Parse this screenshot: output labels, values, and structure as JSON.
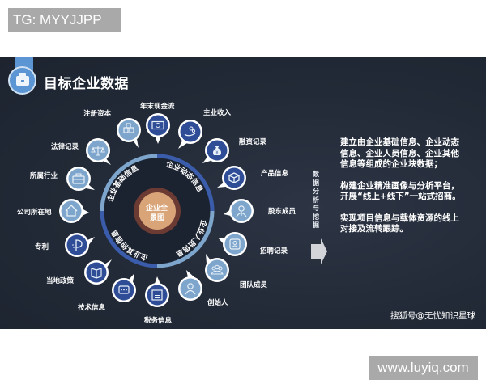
{
  "watermarks": {
    "top": "TG: MYYJJPP",
    "bottom": "www.luyiq.com"
  },
  "header": {
    "title": "目标企业数据",
    "icon": "briefcase-icon"
  },
  "center": {
    "core_label_line1": "企业全",
    "core_label_line2": "景图",
    "ring_segments": [
      "企业基础信息",
      "企业动态信息",
      "企业人员信息",
      "企业其他信息"
    ]
  },
  "nodes": [
    {
      "label": "注册资本",
      "icon": "coins-stack-icon",
      "style": "light"
    },
    {
      "label": "年末现金流",
      "icon": "banknote-icon",
      "style": "dark"
    },
    {
      "label": "主业收入",
      "icon": "hand-coins-icon",
      "style": "dark"
    },
    {
      "label": "融资记录",
      "icon": "money-bag-icon",
      "style": "dark"
    },
    {
      "label": "产品信息",
      "icon": "open-box-icon",
      "style": "dark"
    },
    {
      "label": "股东成员",
      "icon": "person-tie-icon",
      "style": "light"
    },
    {
      "label": "招聘记录",
      "icon": "id-badge-icon",
      "style": "light"
    },
    {
      "label": "团队成员",
      "icon": "group-icon",
      "style": "light"
    },
    {
      "label": "创始人",
      "icon": "person-icon",
      "style": "light"
    },
    {
      "label": "税务信息",
      "icon": "list-document-icon",
      "style": "dark"
    },
    {
      "label": "技术信息",
      "icon": "chat-bubble-icon",
      "style": "dark"
    },
    {
      "label": "当地政策",
      "icon": "open-book-icon",
      "style": "dark"
    },
    {
      "label": "专利",
      "icon": "patent-p-icon",
      "style": "dark"
    },
    {
      "label": "公司所在地",
      "icon": "house-icon",
      "style": "light"
    },
    {
      "label": "所属行业",
      "icon": "toolbox-icon",
      "style": "light"
    },
    {
      "label": "法律记录",
      "icon": "scales-icon",
      "style": "light"
    }
  ],
  "arrow_label": "数据分析与挖掘",
  "description": [
    "建立由企业基础信息、企业动态信息、企业人员信息、企业其他信息等组成的企业块数据；",
    "构建企业精准画像与分析平台，开展“线上+线下”一站式招商。",
    "实现项目信息与载体资源的线上对接及流转跟踪。"
  ],
  "source": "搜狐号@无忧知识星球",
  "colors": {
    "panel_bg": "#222a37",
    "accent_blue": "#5b95d3",
    "node_dark": "#2f4d97",
    "node_light": "#7ea6cc",
    "ring_light": "#7ea6cc",
    "ring_dark": "#3a5caa",
    "core_fill": "#d9a478",
    "core_ring": "#6b3a33"
  }
}
